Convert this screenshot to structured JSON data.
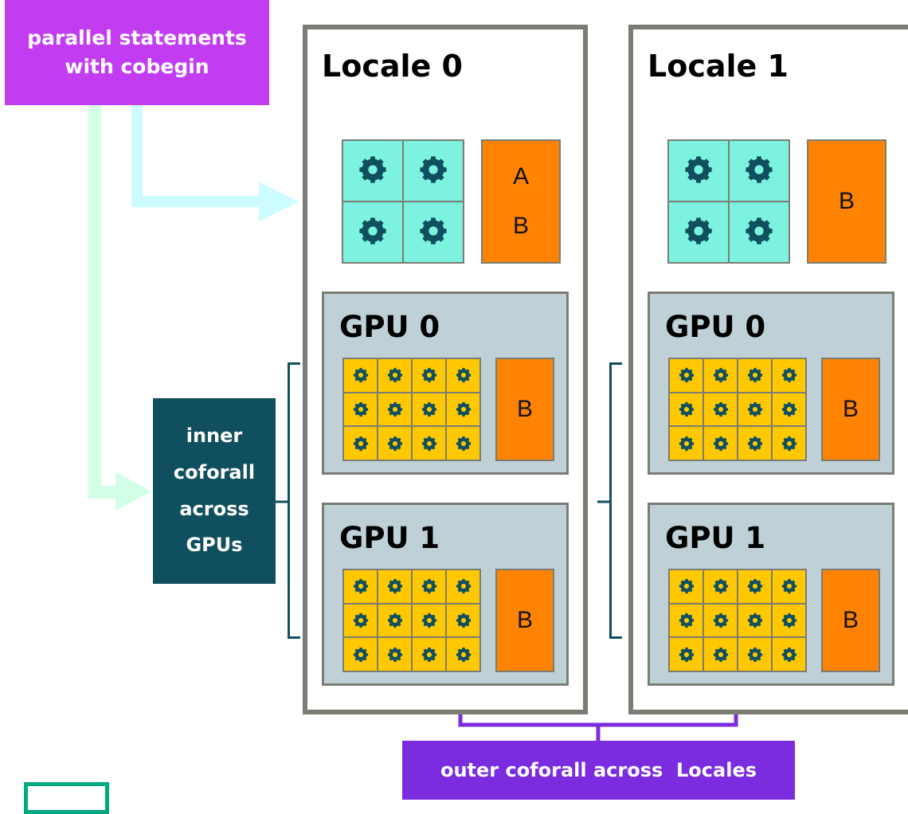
{
  "labels": {
    "cobegin_line1": "parallel statements",
    "cobegin_line2": "with cobegin",
    "inner_line1": "inner",
    "inner_line2": "coforall",
    "inner_line3": "across",
    "inner_line4": "GPUs",
    "outer": "outer coforall across  Locales"
  },
  "locales": [
    {
      "title": "Locale 0",
      "cpu_memory": [
        "A",
        "B"
      ],
      "gpus": [
        {
          "title": "GPU 0",
          "memory": "B"
        },
        {
          "title": "GPU 1",
          "memory": "B"
        }
      ]
    },
    {
      "title": "Locale 1",
      "cpu_memory": [
        "B"
      ],
      "gpus": [
        {
          "title": "GPU 0",
          "memory": "B"
        },
        {
          "title": "GPU 1",
          "memory": "B"
        }
      ]
    }
  ],
  "colors": {
    "cobegin": "#c23df2",
    "inner": "#10505e",
    "outer": "#7b2cdf",
    "cpu_core": "#7df2e0",
    "gpu_core": "#ffc800",
    "memory": "#ff8300",
    "gpu_bg": "#bfd0d6",
    "locale_border": "#7b7d74",
    "cobegin_arrow": "#ccfcff",
    "inner_arrow": "#d3ffe6"
  },
  "icons": {
    "core": "gear-icon",
    "logo": "hpe-logo"
  }
}
